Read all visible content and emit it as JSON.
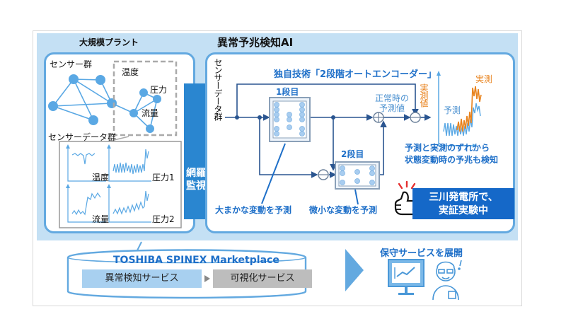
{
  "colors": {
    "accent_blue": "#1e6fc8",
    "light_blue": "#63a9e0",
    "band": "#c4e0f4",
    "orange": "#e8821c",
    "stamp": "#1568c8"
  },
  "plant": {
    "title": "大規模プラント",
    "sensor_group_label": "センサー群",
    "node_labels": [
      "温度",
      "圧力",
      "流量"
    ],
    "sensor_data_label": "センサーデータ群",
    "charts": [
      "温度",
      "圧力1",
      "流量",
      "圧力2"
    ]
  },
  "monitor": {
    "label_line1": "網羅",
    "label_line2": "監視"
  },
  "ai": {
    "title": "異常予兆検知AI",
    "sensor_input_label": "センサーデータ群",
    "tech_title": "独自技術「2段階オートエンコーダー」",
    "stage1_label": "1段目",
    "stage2_label": "2段目",
    "normal_pred_label_line1": "正常時の",
    "normal_pred_label_line2": "予測値",
    "actual_value_label": "実測値",
    "stage1_desc": "大まかな変動を予測",
    "stage2_desc": "微小な変動を予測",
    "plot_actual_label": "実測",
    "plot_pred_label": "予測",
    "detect_line1": "予測と実測のずれから",
    "detect_line2": "状態変動時の予兆も検知",
    "stamp_line1": "三川発電所で、",
    "stamp_line2": "実証実験中"
  },
  "marketplace": {
    "title": "TOSHIBA SPINEX Marketplace",
    "service1": "異常検知サービス",
    "service2": "可視化サービス"
  },
  "maintenance": {
    "title": "保守サービスを展開"
  }
}
